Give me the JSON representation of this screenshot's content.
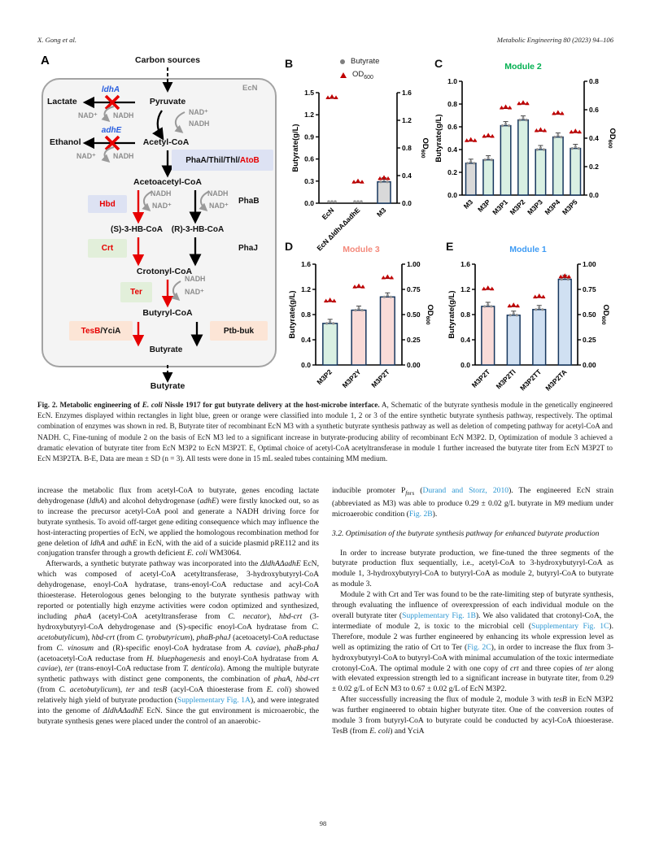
{
  "header": {
    "left": "X. Gong et al.",
    "right": "Metabolic Engineering 80 (2023) 94–106"
  },
  "page_number": "98",
  "colors": {
    "link_blue": "#2b96d2",
    "gene_blue": "#2a5fdf",
    "optimal_red": "#e60000",
    "module1_blue": "#3e9bf4",
    "module2_green": "#00b050",
    "module3_salmon": "#f4897b",
    "bar_border_navy": "#17375e",
    "od_marker_red": "#c00000",
    "box_blue": "#dde2f3",
    "box_green": "#e2efda",
    "box_peach": "#fce5d6"
  },
  "figure": {
    "panelA": {
      "letter": "A",
      "labels": {
        "carbon_sources": "Carbon sources",
        "ecn": "EcN",
        "ldhA": "ldhA",
        "adhE": "adhE",
        "lactate": "Lactate",
        "ethanol": "Ethanol",
        "pyruvate": "Pyruvate",
        "acetyl_coa": "Acetyl-CoA",
        "acetoacetyl_coa": "Acetoacetyl-CoA",
        "s_3hb_coa": "(S)-3-HB-CoA",
        "r_3hb_coa": "(R)-3-HB-CoA",
        "crotonyl_coa": "Crotonyl-CoA",
        "butyryl_coa": "Butyryl-CoA",
        "butyrate_inside": "Butyrate",
        "butyrate_outside": "Butyrate",
        "nad": "NAD⁺",
        "nadh": "NADH",
        "module1_box_black": "PhaA/Thil/Thl/",
        "module1_box_red": "AtoB",
        "hbd": "Hbd",
        "phab": "PhaB",
        "crt": "Crt",
        "phaj": "PhaJ",
        "ter": "Ter",
        "tesb_red": "TesB",
        "tesb_black": "/YciA",
        "ptb_buk": "Ptb-buk"
      }
    },
    "panelB": {
      "letter": "B",
      "legend": {
        "butyrate": "Butyrate",
        "od": "OD",
        "od_sub": "600"
      }
    },
    "panelC": {
      "letter": "C"
    },
    "panelD": {
      "letter": "D"
    },
    "panelE": {
      "letter": "E"
    }
  },
  "chart_data": [
    {
      "panel": "B",
      "type": "bar",
      "title": "",
      "categories": [
        "EcN",
        "EcN ΔldhAΔadhE",
        "M3"
      ],
      "series": [
        {
          "name": "Butyrate",
          "axis": "left",
          "marker": "gray-circle",
          "values": [
            0.01,
            0.01,
            0.29
          ]
        },
        {
          "name": "OD600",
          "axis": "right",
          "marker": "red-triangle",
          "values": [
            1.52,
            0.3,
            0.35
          ]
        }
      ],
      "bars_visible": [
        false,
        false,
        true
      ],
      "bar_colors": [
        "#d9d9d9",
        "#d9d9d9",
        "#d9d9d9"
      ],
      "left_axis": {
        "label": "Butyrate(g/L)",
        "max": 1.5,
        "ticks": [
          "0.0",
          "0.3",
          "0.6",
          "0.9",
          "1.2",
          "1.5"
        ]
      },
      "right_axis": {
        "label": "OD",
        "label_sub": "600",
        "max": 1.6,
        "ticks": [
          "0.0",
          "0.4",
          "0.8",
          "1.2",
          "1.6"
        ]
      },
      "legend_position": "top",
      "grid": false
    },
    {
      "panel": "C",
      "type": "bar",
      "title": "Module 2",
      "title_color": "#00b050",
      "categories": [
        "M3",
        "M3P",
        "M3P1",
        "M3P2",
        "M3P3",
        "M3P4",
        "M3P5"
      ],
      "series": [
        {
          "name": "Butyrate",
          "axis": "left",
          "values": [
            0.28,
            0.31,
            0.61,
            0.66,
            0.4,
            0.51,
            0.41
          ]
        },
        {
          "name": "OD600",
          "axis": "right",
          "values": [
            0.38,
            0.41,
            0.61,
            0.64,
            0.45,
            0.57,
            0.44
          ]
        }
      ],
      "bar_colors": [
        "#d9d9d9",
        "#d9f0e3",
        "#d9f0e3",
        "#d9f0e3",
        "#d9f0e3",
        "#d9f0e3",
        "#d9f0e3"
      ],
      "left_axis": {
        "label": "Butyrate(g/L)",
        "max": 1.0,
        "ticks": [
          "0.0",
          "0.2",
          "0.4",
          "0.6",
          "0.8",
          "1.0"
        ]
      },
      "right_axis": {
        "label": "OD",
        "label_sub": "600",
        "max": 0.8,
        "ticks": [
          "0.0",
          "0.2",
          "0.4",
          "0.6",
          "0.8"
        ]
      },
      "grid": false
    },
    {
      "panel": "D",
      "type": "bar",
      "title": "Module 3",
      "title_color": "#f4897b",
      "categories": [
        "M3P2",
        "M3P2Y",
        "M3P2T"
      ],
      "series": [
        {
          "name": "Butyrate",
          "axis": "left",
          "values": [
            0.66,
            0.87,
            1.08
          ]
        },
        {
          "name": "OD600",
          "axis": "right",
          "values": [
            0.63,
            0.77,
            0.86
          ]
        }
      ],
      "bar_colors": [
        "#d9f0e3",
        "#f9dbd8",
        "#f9dbd8"
      ],
      "left_axis": {
        "label": "Butyrate(g/L)",
        "max": 1.6,
        "ticks": [
          "0.0",
          "0.4",
          "0.8",
          "1.2",
          "1.6"
        ]
      },
      "right_axis": {
        "label": "OD",
        "label_sub": "600",
        "max": 1.0,
        "ticks": [
          "0.00",
          "0.25",
          "0.50",
          "0.75",
          "1.00"
        ]
      },
      "grid": false
    },
    {
      "panel": "E",
      "type": "bar",
      "title": "Module 1",
      "title_color": "#3e9bf4",
      "categories": [
        "M3P2T",
        "M3P2TI",
        "M3P2TT",
        "M3P2TA"
      ],
      "series": [
        {
          "name": "Butyrate",
          "axis": "left",
          "values": [
            0.93,
            0.79,
            0.88,
            1.36
          ]
        },
        {
          "name": "OD600",
          "axis": "right",
          "values": [
            0.75,
            0.58,
            0.67,
            0.87
          ]
        }
      ],
      "bar_colors": [
        "#f9dbd8",
        "#d0e0f2",
        "#d0e0f2",
        "#d0e0f2"
      ],
      "left_axis": {
        "label": "Butyrate(g/L)",
        "max": 1.6,
        "ticks": [
          "0.0",
          "0.4",
          "0.8",
          "1.2",
          "1.6"
        ]
      },
      "right_axis": {
        "label": "OD",
        "label_sub": "600",
        "max": 1.0,
        "ticks": [
          "0.00",
          "0.25",
          "0.50",
          "0.75",
          "1.00"
        ]
      },
      "grid": false
    }
  ],
  "caption": {
    "segments": [
      {
        "t": "Fig. 2.",
        "b": true
      },
      {
        "t": " Metabolic engineering of ",
        "b": true
      },
      {
        "t": "E. coli",
        "b": true,
        "i": true
      },
      {
        "t": " Nissle 1917 for gut butyrate delivery at the host-microbe interface.",
        "b": true
      },
      {
        "t": " A, Schematic of the butyrate synthesis module in the genetically engineered EcN. Enzymes displayed within rectangles in light blue, green or orange were classified into module 1, 2 or 3 of the entire synthetic butyrate synthesis pathway, respectively. The optimal combination of enzymes was shown in red. B, Butyrate titer of recombinant EcN M3 with a synthetic butyrate synthesis pathway as well as deletion of competing pathway for acetyl-CoA and NADH. C, Fine-tuning of module 2 on the basis of EcN M3 led to a significant increase in butyrate-producing ability of recombinant EcN M3P2. D, Optimization of module 3 achieved a dramatic elevation of butyrate titer from EcN M3P2 to EcN M3P2T. E, Optimal choice of acetyl-CoA acetyltransferase in module 1 further increased the butyrate titer from EcN M3P2T to EcN M3P2TA. B-E, Data are mean ± SD (n = 3). All tests were done in 15 mL sealed tubes containing MM medium."
      }
    ]
  },
  "body": {
    "left": [
      {
        "kind": "para",
        "indent": false,
        "seg": [
          {
            "t": "increase the metabolic flux from acetyl-CoA to butyrate, genes encoding lactate dehydrogenase ("
          },
          {
            "t": "ldhA",
            "i": true
          },
          {
            "t": ") and alcohol dehydrogenase ("
          },
          {
            "t": "adhE",
            "i": true
          },
          {
            "t": ") were firstly knocked out, so as to increase the precursor acetyl-CoA pool and generate a NADH driving force for butyrate synthesis. To avoid off-target gene editing consequence which may influence the host-interacting properties of EcN, we applied the homologous recombination method for gene deletion of "
          },
          {
            "t": "ldhA",
            "i": true
          },
          {
            "t": " and "
          },
          {
            "t": "adhE",
            "i": true
          },
          {
            "t": " in EcN, with the aid of a suicide plasmid pRE112 and its conjugation transfer through a growth deficient "
          },
          {
            "t": "E. coli",
            "i": true
          },
          {
            "t": " WM3064."
          }
        ]
      },
      {
        "kind": "para",
        "indent": true,
        "seg": [
          {
            "t": "Afterwards, a synthetic butyrate pathway was incorporated into the "
          },
          {
            "t": "ΔldhAΔadhE",
            "i": true
          },
          {
            "t": " EcN, which was composed of acetyl-CoA acetyltransferase, 3-hydroxybutyryl-CoA dehydrogenase, enoyl-CoA hydratase, trans-enoyl-CoA reductase and acyl-CoA thioesterase. Heterologous genes belonging to the butyrate synthesis pathway with reported or potentially high enzyme activities were codon optimized and synthesized, including "
          },
          {
            "t": "phaA",
            "i": true
          },
          {
            "t": " (acetyl-CoA acetyltransferase from "
          },
          {
            "t": "C. necator",
            "i": true
          },
          {
            "t": "), "
          },
          {
            "t": "hbd-crt",
            "i": true
          },
          {
            "t": " (3-hydroxybutyryl-CoA dehydrogenase and (S)-specific enoyl-CoA hydratase from "
          },
          {
            "t": "C. acetobutylicum",
            "i": true
          },
          {
            "t": "), "
          },
          {
            "t": "hbd-crt",
            "i": true
          },
          {
            "t": " (from "
          },
          {
            "t": "C. tyrobutyricum",
            "i": true
          },
          {
            "t": "), "
          },
          {
            "t": "phaB-phaJ",
            "i": true
          },
          {
            "t": " (acetoacetyl-CoA reductase from "
          },
          {
            "t": "C. vinosum",
            "i": true
          },
          {
            "t": " and (R)-specific enoyl-CoA hydratase from "
          },
          {
            "t": "A. caviae",
            "i": true
          },
          {
            "t": "), "
          },
          {
            "t": "phaB-phaJ",
            "i": true
          },
          {
            "t": " (acetoacetyl-CoA reductase from "
          },
          {
            "t": "H. bluephagenesis",
            "i": true
          },
          {
            "t": " and enoyl-CoA hydratase from "
          },
          {
            "t": "A. caviae",
            "i": true
          },
          {
            "t": "), "
          },
          {
            "t": "ter",
            "i": true
          },
          {
            "t": " (trans-enoyl-CoA reductase from "
          },
          {
            "t": "T. denticola",
            "i": true
          },
          {
            "t": "). Among the multiple butyrate synthetic pathways with distinct gene components, the combination of "
          },
          {
            "t": "phaA",
            "i": true
          },
          {
            "t": ", "
          },
          {
            "t": "hbd-crt",
            "i": true
          },
          {
            "t": " (from "
          },
          {
            "t": "C. acetobutylicum",
            "i": true
          },
          {
            "t": "), "
          },
          {
            "t": "ter",
            "i": true
          },
          {
            "t": " and "
          },
          {
            "t": "tesB",
            "i": true
          },
          {
            "t": " (acyl-CoA thioesterase from "
          },
          {
            "t": "E. coli",
            "i": true
          },
          {
            "t": ") showed relatively high yield of butyrate production ("
          },
          {
            "t": "Supplementary Fig. 1A",
            "link": true
          },
          {
            "t": "), and were integrated into the genome of "
          },
          {
            "t": "ΔldhAΔadhE",
            "i": true
          },
          {
            "t": " EcN. Since the gut environment is microaerobic, the butyrate synthesis genes were placed under the control of an anaerobic-"
          }
        ]
      }
    ],
    "right": [
      {
        "kind": "para",
        "indent": false,
        "seg": [
          {
            "t": "inducible promoter P"
          },
          {
            "t": "fnrs",
            "i": true,
            "sub": true
          },
          {
            "t": " ("
          },
          {
            "t": "Durand and Storz, 2010",
            "link": true
          },
          {
            "t": "). The engineered EcN strain (abbreviated as M3) was able to produce 0.29 ± 0.02 g/L butyrate in M9 medium under microaerobic condition ("
          },
          {
            "t": "Fig. 2B",
            "link": true
          },
          {
            "t": ")."
          }
        ]
      },
      {
        "kind": "heading",
        "seg": [
          {
            "t": "3.2. Optimisation of the butyrate synthesis pathway for enhanced butyrate production",
            "i": true
          }
        ]
      },
      {
        "kind": "para",
        "indent": true,
        "seg": [
          {
            "t": "In order to increase butyrate production, we fine-tuned the three segments of the butyrate production flux sequentially, i.e., acetyl-CoA to 3-hydroxybutyryl-CoA as module 1, 3-hydroxybutyryl-CoA to butyryl-CoA as module 2, butyryl-CoA to butyrate as module 3."
          }
        ]
      },
      {
        "kind": "para",
        "indent": true,
        "seg": [
          {
            "t": "Module 2 with Crt and Ter was found to be the rate-limiting step of butyrate synthesis, through evaluating the influence of overexpression of each individual module on the overall butyrate titer ("
          },
          {
            "t": "Supplementary Fig. 1B",
            "link": true
          },
          {
            "t": "). We also validated that crotonyl-CoA, the intermediate of module 2, is toxic to the microbial cell ("
          },
          {
            "t": "Supplementary Fig. 1C",
            "link": true
          },
          {
            "t": "). Therefore, module 2 was further engineered by enhancing its whole expression level as well as optimizing the ratio of Crt to Ter ("
          },
          {
            "t": "Fig. 2C",
            "link": true
          },
          {
            "t": "), in order to increase the flux from 3-hydroxybutyryl-CoA to butyryl-CoA with minimal accumulation of the toxic intermediate crotonyl-CoA. The optimal module 2 with one copy of "
          },
          {
            "t": "crt",
            "i": true
          },
          {
            "t": " and three copies of "
          },
          {
            "t": "ter",
            "i": true
          },
          {
            "t": " along with elevated expression strength led to a significant increase in butyrate titer, from 0.29 ± 0.02 g/L of EcN M3 to 0.67 ± 0.02 g/L of EcN M3P2."
          }
        ]
      },
      {
        "kind": "para",
        "indent": true,
        "seg": [
          {
            "t": "After successfully increasing the flux of module 2, module 3 with "
          },
          {
            "t": "tesB",
            "i": true
          },
          {
            "t": " in EcN M3P2 was further engineered to obtain higher butyrate titer. One of the conversion routes of module 3 from butyryl-CoA to butyrate could be conducted by acyl-CoA thioesterase. TesB (from "
          },
          {
            "t": "E. coli",
            "i": true
          },
          {
            "t": ") and YciA"
          }
        ]
      }
    ]
  }
}
